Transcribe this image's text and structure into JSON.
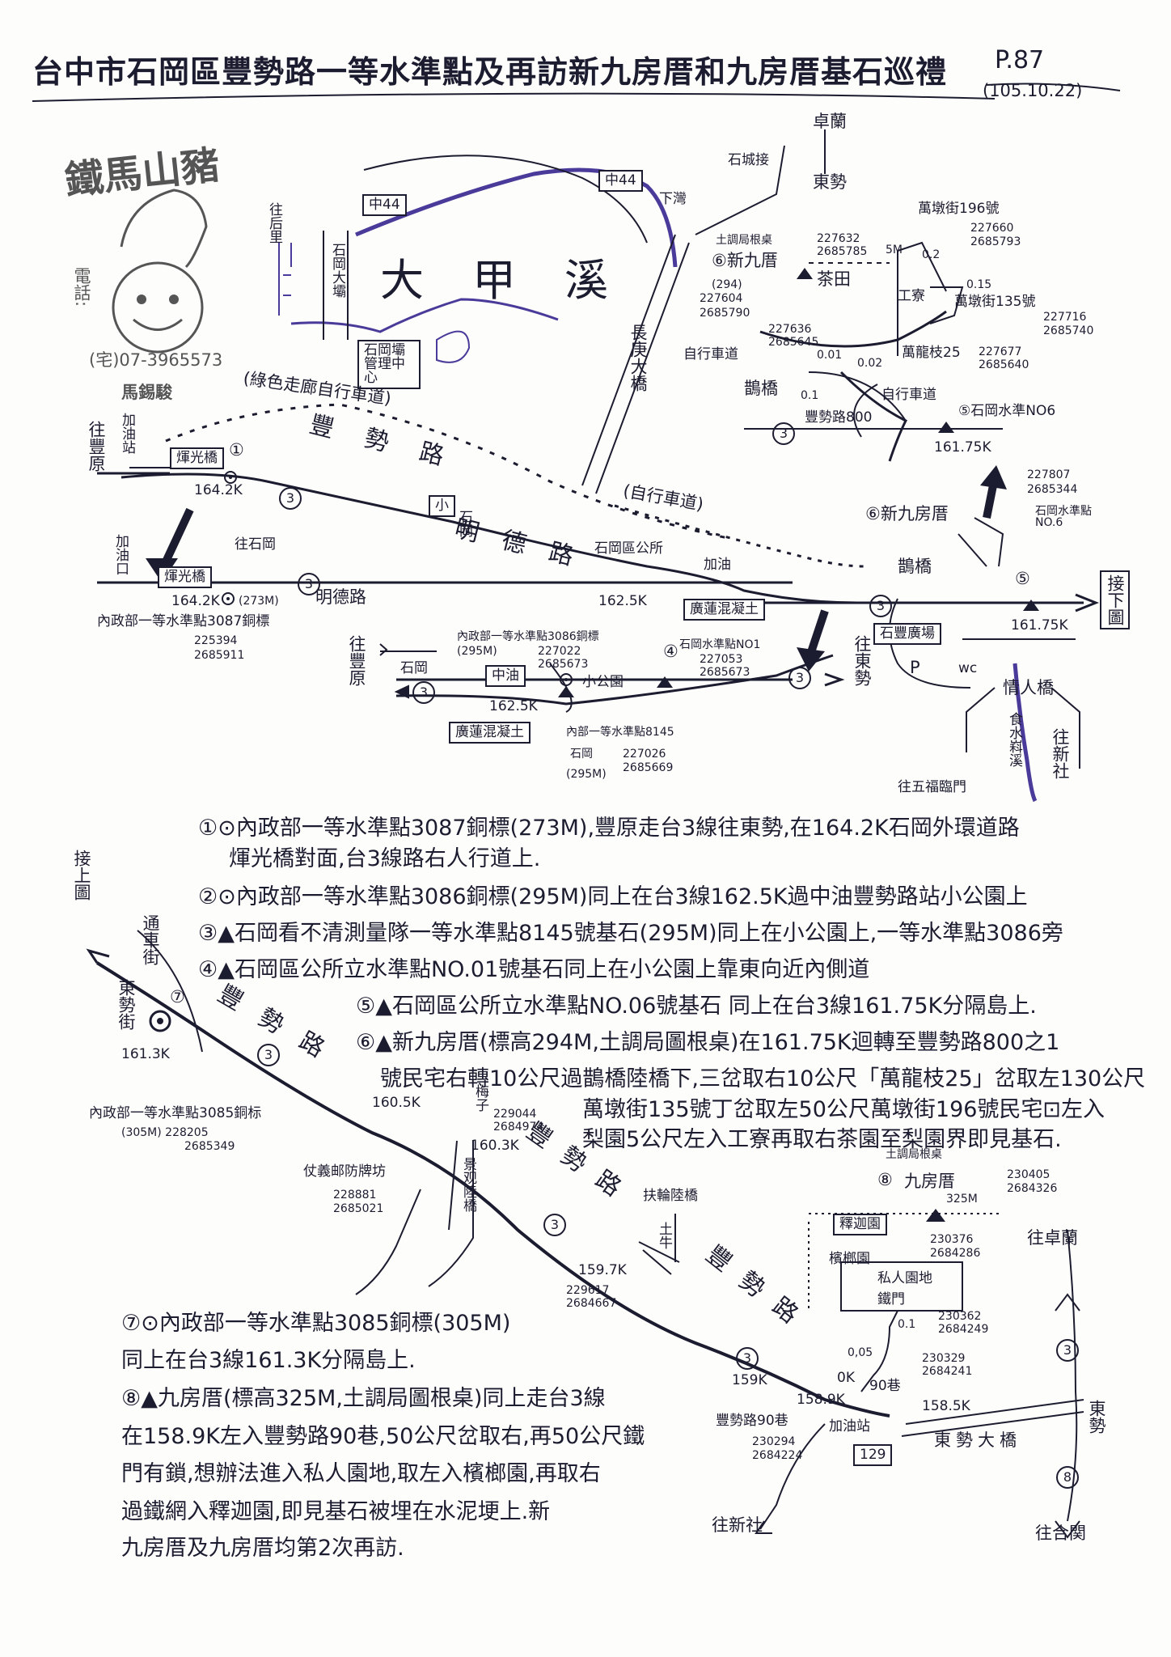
{
  "title": "台中市石岡區豐勢路一等水準點及再訪新九房厝和九房厝基石巡禮",
  "page_no": "P.87",
  "date": "(105.10.22)",
  "stamp": {
    "name_top": "鐵馬山豬",
    "phone_label": "電話:",
    "phone": "(宅)07-3965573",
    "author": "馬錫駿"
  },
  "map_top": {
    "river": "大甲溪",
    "road_zhong44_a": "中44",
    "road_zhong44_b": "中44",
    "dam": "石岡大壩",
    "dam_office": "石岡壩管理中心",
    "to_houli": "往后里",
    "bike_path_green": "(綠色走廊自行車道)",
    "bridge_changgeng": "長庚大橋",
    "bike_path": "(自行車道)",
    "road_fengshi": "豐勢路",
    "road_mingde": "明德路",
    "tag_xiao": "小",
    "district_name": "石岡",
    "to_fengyuan_a": "往豐原",
    "gas_station_a": "加油站",
    "bridge_huiguang_a": "煇光橋",
    "mark_1": "①",
    "km_1642_a": "164.2K",
    "route3": "3",
    "gas_station_b": "加油口",
    "bridge_huiguang_b": "煇光橋",
    "to_shigang": "往石岡",
    "km_1642_b": "164.2K",
    "elev_273": "(273M)",
    "bm3087": "內政部一等水準點3087銅標",
    "bm3087_coord1": "225394",
    "bm3087_coord2": "2685911",
    "district_office": "石岡區公所",
    "gas_station_c": "加油",
    "km_1625_a": "162.5K",
    "guanglian": "廣蓮混凝土",
    "mark_4": "④",
    "bm3086": "內政部一等水準點3086銅標",
    "elev_295": "(295M)",
    "bm3086_coord1": "227022",
    "bm3086_coord2": "2685673",
    "zhongyou": "中油",
    "park": "小公園",
    "bm_n01": "石岡水準點NO1",
    "n01_coord1": "227053",
    "n01_coord2": "2685673",
    "to_fengyuan_b": "往豐原",
    "shigang_b": "石岡",
    "km_1625_b": "162.5K",
    "guanglian_b": "廣蓮混凝土",
    "bm8145": "內部一等水準點8145",
    "bm8145_site": "石岡",
    "bm8145_elev": "(295M)",
    "bm8145_coord1": "227026",
    "bm8145_coord2": "2685669",
    "to_dongshi_a": "往東勢",
    "shifeng_plaza": "石豐廣場",
    "p_mark": "P",
    "wc_mark": "wc",
    "lovers_bridge": "情人橋",
    "shishui_canal": "食水嵙溪",
    "to_xinshe_a": "往新社",
    "to_wufu": "往五福臨門",
    "continue_down": "接下圖",
    "km_16175": "161.75K",
    "mark_5": "⑤",
    "queqiao": "鵲橋",
    "new_jiufang_a": "⑥新九房厝",
    "bm_n06": "石岡水準點NO.6",
    "n06_coord1": "227807",
    "n06_coord2": "2685344"
  },
  "inset": {
    "zhuolan": "卓蘭",
    "dongshi": "東勢",
    "shicheng": "石城接",
    "xiawan": "下灣",
    "tudiao": "土調局根桌",
    "new_jiufang": "⑥新九厝",
    "elev294": "(294)",
    "coord_a1": "227604",
    "coord_a2": "2685790",
    "coord_b1": "227632",
    "coord_b2": "2685785",
    "cha_tian": "茶田",
    "gongliao": "工寮",
    "d_5m": "5M",
    "d_02": "0.2",
    "wandun196": "萬墩街196號",
    "c196_1": "227660",
    "c196_2": "2685793",
    "d_015": "0.15",
    "wandun135": "萬墩街135號",
    "c135_1": "227716",
    "c135_2": "2685740",
    "coord_c1": "227636",
    "coord_c2": "2685645",
    "d_001": "0.01",
    "d_002": "0.02",
    "wanlong": "萬龍枝25",
    "wl_1": "227677",
    "wl_2": "2685640",
    "bike_a": "自行車道",
    "bike_b": "自行車道",
    "queqiao": "鵲橋",
    "d_01": "0.1",
    "fengshi800": "豐勢路800",
    "no6": "⑤石岡水準NO6",
    "km": "161.75K"
  },
  "notes": {
    "n1": "①⊙內政部一等水準點3087銅標(273M),豐原走台3線往東勢,在164.2K石岡外環道路",
    "n1b": "煇光橋對面,台3線路右人行道上.",
    "n2": "②⊙內政部一等水準點3086銅標(295M)同上在台3線162.5K過中油豐勢路站小公園上",
    "n3": "③▲石岡看不清測量隊一等水準點8145號基石(295M)同上在小公園上,一等水準點3086旁",
    "n4": "④▲石岡區公所立水準點NO.01號基石同上在小公園上靠東向近內側道",
    "n5": "⑤▲石岡區公所立水準點NO.06號基石 同上在台3線161.75K分隔島上.",
    "n6": "⑥▲新九房厝(標高294M,土調局圖根桌)在161.75K迴轉至豐勢路800之1",
    "n6b": "號民宅右轉10公尺過鵲橋陸橋下,三岔取右10公尺「萬龍枝25」岔取左130公尺",
    "n6c": "萬墩街135號丁岔取左50公尺萬墩街196號民宅⊡左入",
    "n6d": "梨園5公尺左入工寮再取右茶園至梨園界即見基石.",
    "n7": "⑦⊙內政部一等水準點3085銅標(305M)",
    "n7b": "同上在台3線161.3K分隔島上.",
    "n8": "⑧▲九房厝(標高325M,土調局圖根桌)同上走台3線",
    "n8b": "在158.9K左入豐勢路90巷,50公尺岔取右,再50公尺鐵",
    "n8c": "門有鎖,想辦法進入私人園地,取左入檳榔園,再取右",
    "n8d": "過鐵網入釋迦園,即見基石被埋在水泥埂上.新",
    "n8e": "九房厝及九房厝均第2次再訪."
  },
  "map_bottom": {
    "continue_up": "接上圖",
    "tongche": "通車街",
    "dongshi_st": "東勢街",
    "mark_7": "⑦",
    "km_1613": "161.3K",
    "bm3085": "內政部一等水準點3085銅标",
    "bm3085_meta": "(305M) 228205",
    "bm3085_coord": "2685349",
    "road_fengshi_a": "豐勢路",
    "km_1605": "160.5K",
    "meizi": "梅子",
    "km_1603": "160.3K",
    "meizi_coord1": "229044",
    "meizi_coord2": "2684974",
    "memorial": "仗義邮防牌坊",
    "mem_coord1": "228881",
    "mem_coord2": "2685021",
    "jingguan": "景观陸橋",
    "road_fengshi_b": "豐勢路",
    "fulun": "扶輪陸橋",
    "tuniu": "土牛",
    "km_1597": "159.7K",
    "c1597_1": "229617",
    "c1597_2": "2684667",
    "road_fengshi_c": "豐勢路",
    "km_159": "159K",
    "km_1589": "158.9K",
    "km_0": "0K",
    "km_005": "0,05",
    "d_01": "0.1",
    "lane90": "90巷",
    "fengshi90": "豐勢路90巷",
    "f90_c1": "230294",
    "f90_c2": "2684224",
    "mark_8": "⑧",
    "jiufang": "九房厝",
    "tudiao": "土調局根桌",
    "jf_elev": "325M",
    "jf_c1": "230405",
    "jf_c2": "2684326",
    "shijia": "釋迦園",
    "binlang": "檳榔園",
    "bl_c1": "230376",
    "bl_c2": "2684286",
    "private": "私人園地",
    "iron_gate": "鐵門",
    "ig_c1": "230362",
    "ig_c2": "2684249",
    "p_c1": "230329",
    "p_c2": "2684241",
    "km_1585": "158.5K",
    "gas": "加油站",
    "r129": "129",
    "dongshi_bridge": "東勢大橋",
    "to_zhuolan": "往卓蘭",
    "dongshi": "東勢",
    "to_xinshe": "往新社",
    "to_heguan": "往合関",
    "r8": "8"
  }
}
